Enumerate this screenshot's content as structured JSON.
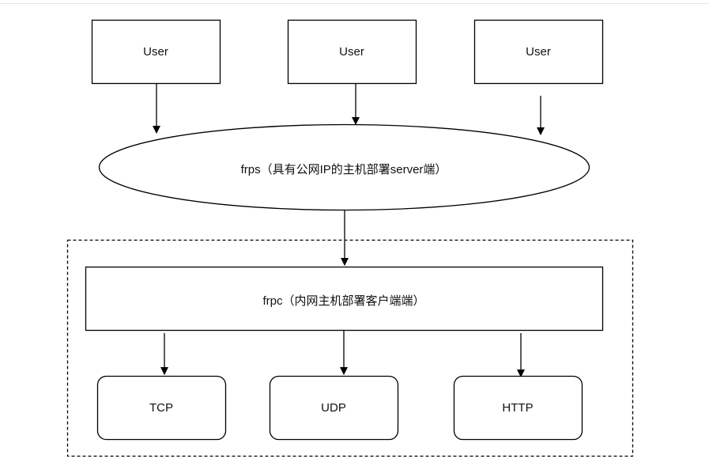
{
  "users": [
    {
      "label": "User"
    },
    {
      "label": "User"
    },
    {
      "label": "User"
    }
  ],
  "server": {
    "label": "frps（具有公网IP的主机部署server端）"
  },
  "client": {
    "label": "frpc（内网主机部署客户端端）"
  },
  "protocols": [
    {
      "label": "TCP"
    },
    {
      "label": "UDP"
    },
    {
      "label": "HTTP"
    }
  ]
}
